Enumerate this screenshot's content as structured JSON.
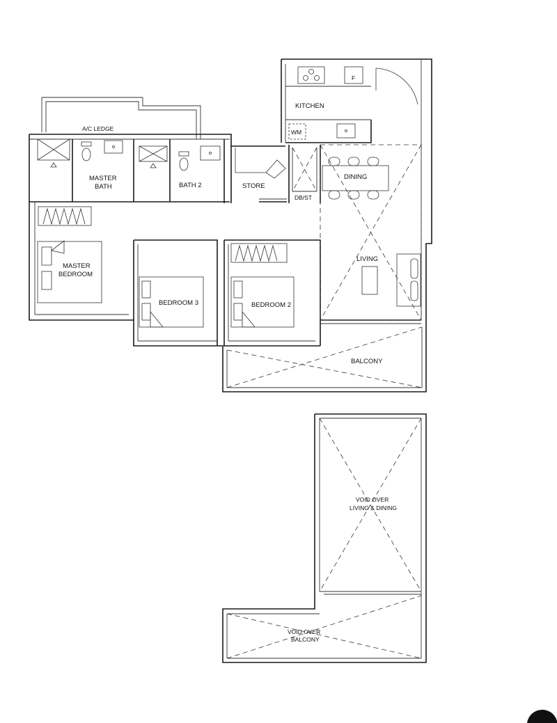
{
  "rooms": {
    "kitchen": "KITCHEN",
    "fridge": "F",
    "ac_ledge": "A/C LEDGE",
    "washer": "WM",
    "master_bath_1": "MASTER",
    "master_bath_2": "BATH",
    "bath2": "BATH 2",
    "store": "STORE",
    "dining": "DINING",
    "dbst": "DB/ST",
    "living": "LIVING",
    "master_bedroom_1": "MASTER",
    "master_bedroom_2": "BEDROOM",
    "bedroom3": "BEDROOM 3",
    "bedroom2": "BEDROOM 2",
    "balcony": "BALCONY",
    "void_living_1": "VOID OVER",
    "void_living_2": "LIVING & DINING",
    "void_balcony_1": "VOID OVER",
    "void_balcony_2": "BALCONY"
  },
  "icons": {
    "stove": "stove-icon",
    "toilet": "toilet-icon",
    "sink": "sink-icon",
    "shower": "shower-icon",
    "wardrobe": "wardrobe-icon",
    "bed": "bed-icon",
    "sofa": "sofa-icon",
    "door": "door-swing-icon"
  }
}
